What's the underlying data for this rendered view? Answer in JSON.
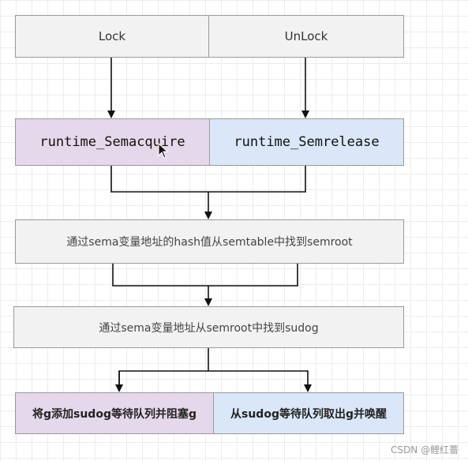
{
  "lock_label": "Lock",
  "unlock_label": "UnLock",
  "acquire_func": "runtime_Semacquire",
  "release_func": "runtime_Semrelease",
  "step_find_semroot": "通过sema变量地址的hash值从semtable中找到semroot",
  "step_find_sudog": "通过sema变量地址从semroot中找到sudog",
  "enqueue_block": "将g添加sudog等待队列并阻塞g",
  "dequeue_wake": "从sudog等待队列取出g并唤醒",
  "watermark": "CSDN @鲤红薔",
  "colors": {
    "gray_fill": "#f2f2f2",
    "purple_fill": "#e5d8ea",
    "blue_fill": "#d9e7f8",
    "border": "#9a9a9a",
    "line": "#111111"
  }
}
